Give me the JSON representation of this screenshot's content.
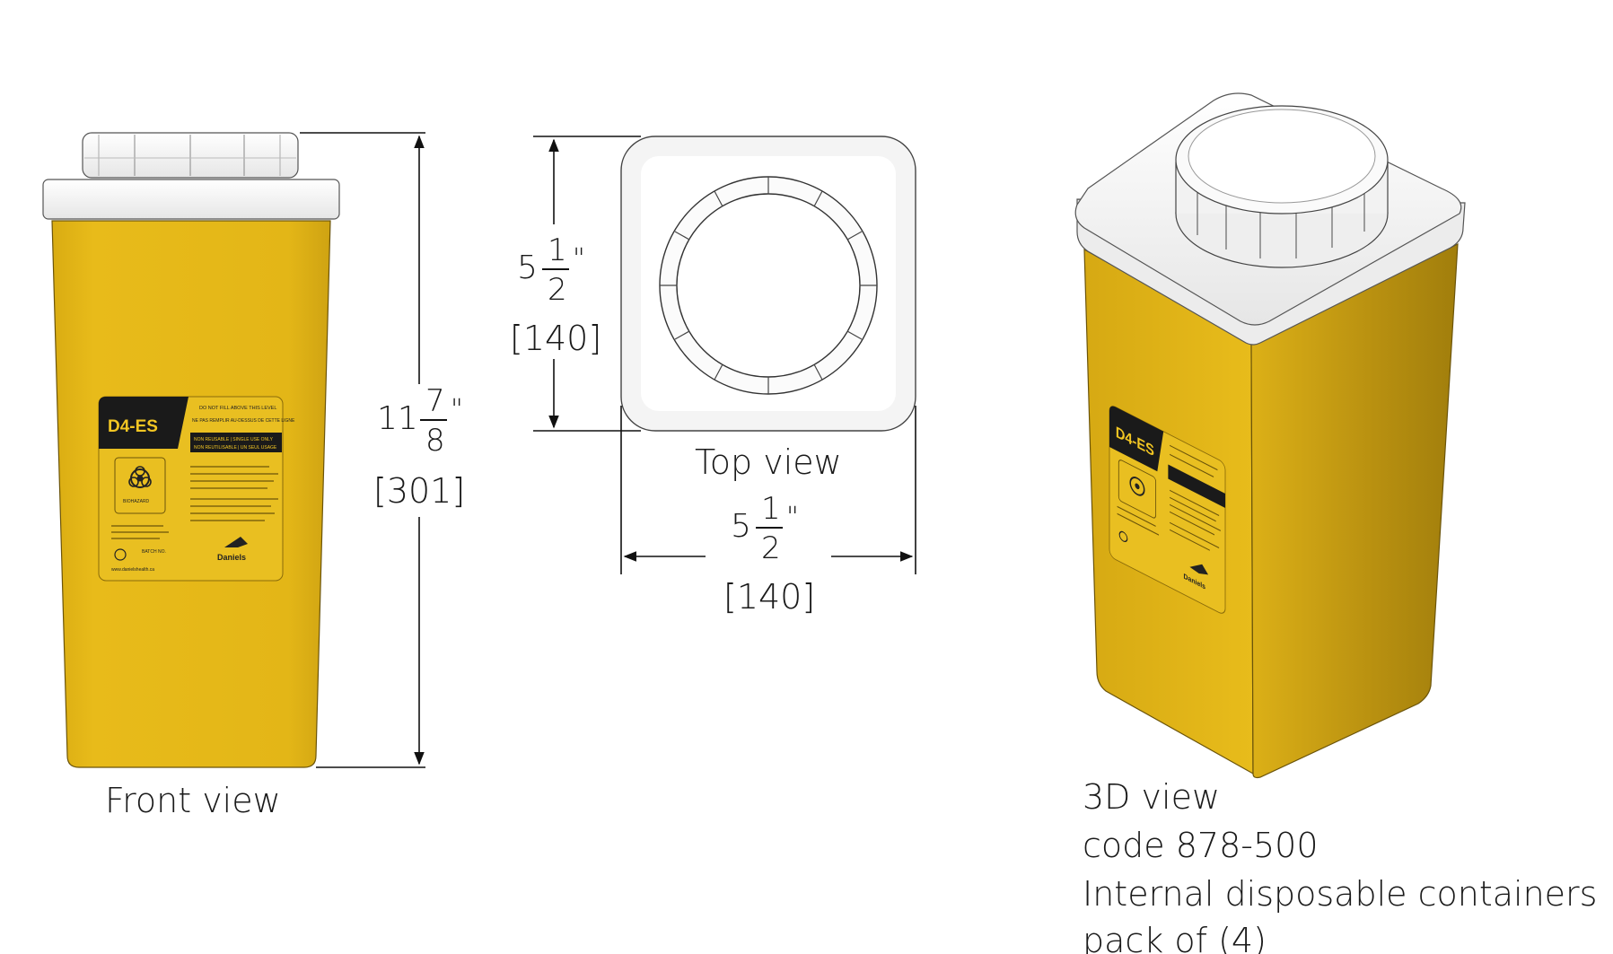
{
  "views": {
    "front": {
      "caption": "Front view"
    },
    "top": {
      "caption": "Top view"
    },
    "iso": {
      "caption": "3D view"
    }
  },
  "product": {
    "code": "code 878-500",
    "description": "Internal disposable containers",
    "pack": "pack of (4)"
  },
  "dimensions": {
    "height": {
      "whole": "11",
      "num": "7",
      "den": "8",
      "unit": "\"",
      "mm": "[301]"
    },
    "depth": {
      "whole": "5",
      "num": "1",
      "den": "2",
      "unit": "\"",
      "mm": "[140]"
    },
    "width": {
      "whole": "5",
      "num": "1",
      "den": "2",
      "unit": "\"",
      "mm": "[140]"
    }
  },
  "label": {
    "model": "D4-ES",
    "line1": "DO NOT FILL ABOVE THIS LEVEL",
    "line2": "NE PAS REMPLIR AU-DESSUS DE CETTE LIGNE",
    "line3": "NON REUSABLE | SINGLE USE ONLY",
    "line4": "NON REUTILISABLE | UN SEUL USAGE",
    "biohazard": "BIOHAZARD",
    "brand": "Daniels",
    "batch": "BATCH NO.",
    "website": "www.danielshealth.ca"
  },
  "colors": {
    "yellow": "#e6b817",
    "yellow_dark": "#b08a0e",
    "lid": "#f6f6f6",
    "label_black": "#1a1a1a",
    "line": "#111111"
  }
}
